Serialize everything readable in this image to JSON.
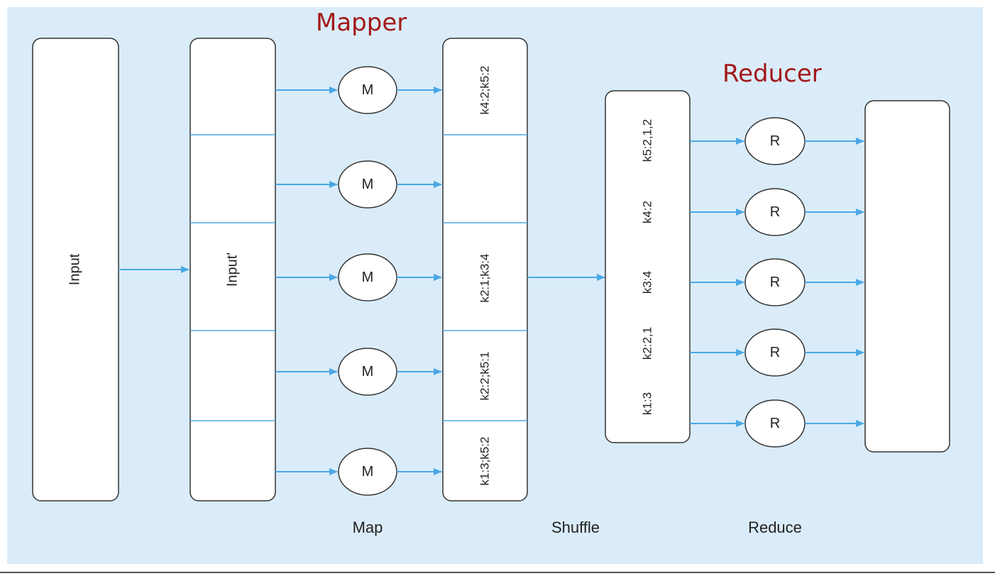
{
  "headers": {
    "mapper": "Mapper",
    "reducer": "Reducer"
  },
  "input_box": {
    "label": "Input"
  },
  "split_box": {
    "label": "Input'"
  },
  "mappers": [
    "M",
    "M",
    "M",
    "M",
    "M"
  ],
  "map_outputs": [
    "k4:2;k5:2",
    "",
    "k2:1;k3:4",
    "k2:2;k5:1",
    "k1:3;k5:2"
  ],
  "shuffle_outputs": [
    "k5:2,1,2",
    "k4:2",
    "k3:4",
    "k2:2,1",
    "k1:3"
  ],
  "reducers": [
    "R",
    "R",
    "R",
    "R",
    "R"
  ],
  "stages": {
    "map": "Map",
    "shuffle": "Shuffle",
    "reduce": "Reduce"
  },
  "colors": {
    "background": "#daecf9",
    "arrow": "#4aa8e6",
    "box_stroke": "#333333",
    "header": "#a31818"
  }
}
